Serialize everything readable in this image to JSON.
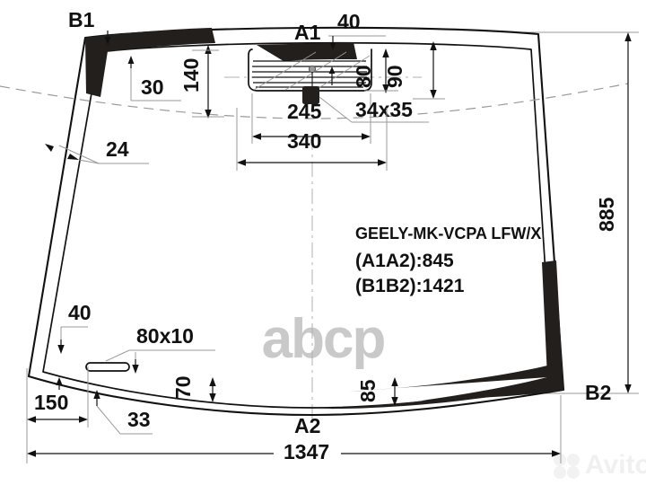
{
  "drawing": {
    "part_code": "GEELY-MK-VCPA LFW/X",
    "spec_lines": [
      "(A1A2):845",
      "(B1B2):1421"
    ],
    "point_labels": {
      "top_left": "B1",
      "top_center": "A1",
      "bottom_center": "A2",
      "bottom_right": "B2"
    },
    "dimensions": {
      "top_edge_offset": "40",
      "top_left_band": "30",
      "top_left_height": "140",
      "left_edge_width": "24",
      "mirror_height_inner": "80",
      "mirror_height_outer": "90",
      "mirror_width_inner": "245",
      "mirror_width_outer": "340",
      "bracket_size": "34x35",
      "overall_height": "885",
      "bottom_left_radius": "40",
      "slot_size": "80x10",
      "bottom_left_offset": "150",
      "bottom_left_band": "33",
      "bottom_band_mid": "70",
      "bottom_band_right": "85",
      "overall_width": "1347"
    }
  },
  "watermarks": {
    "center": "abcp",
    "corner": "Avito"
  },
  "colors": {
    "line": "#111111",
    "fill_black": "#231f1c",
    "extension": "#9a9a9a",
    "watermark_center": "#c9c9c9",
    "watermark_corner": "#f0f0f0",
    "background": "#ffffff"
  }
}
